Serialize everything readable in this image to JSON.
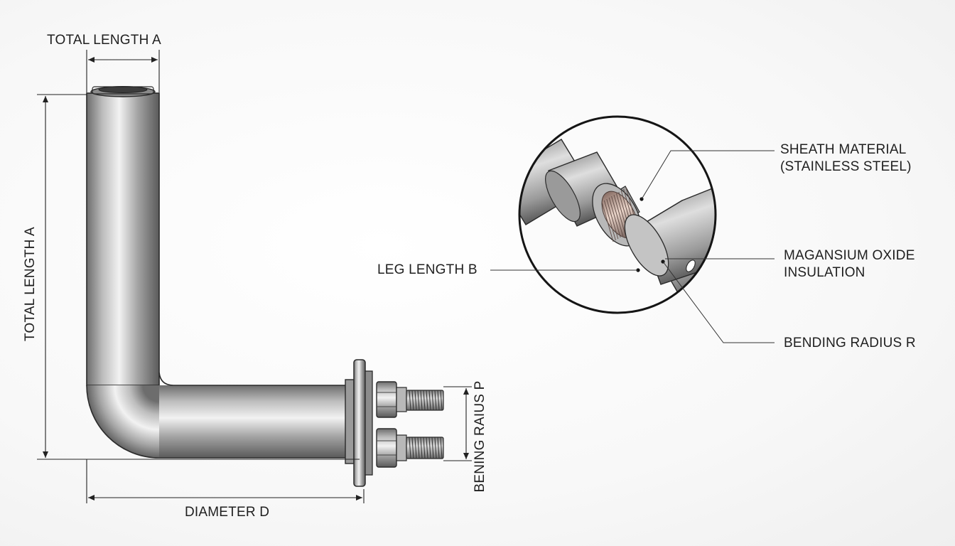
{
  "labels": {
    "top_dimension": "TOTAL LENGTH A",
    "left_dimension": "TOTAL LENGTH A",
    "bottom_dimension": "DIAMETER D",
    "right_dimension": "BENING RAIUS P",
    "leg_length": "LEG LENGTH B",
    "sheath_line1": "SHEATH MATERIAL",
    "sheath_line2": "(STAINLESS STEEL)",
    "insulation_line1": "MAGANSIUM OXIDE",
    "insulation_line2": "INSULATION",
    "bending_radius": "BENDING RADIUS R"
  }
}
